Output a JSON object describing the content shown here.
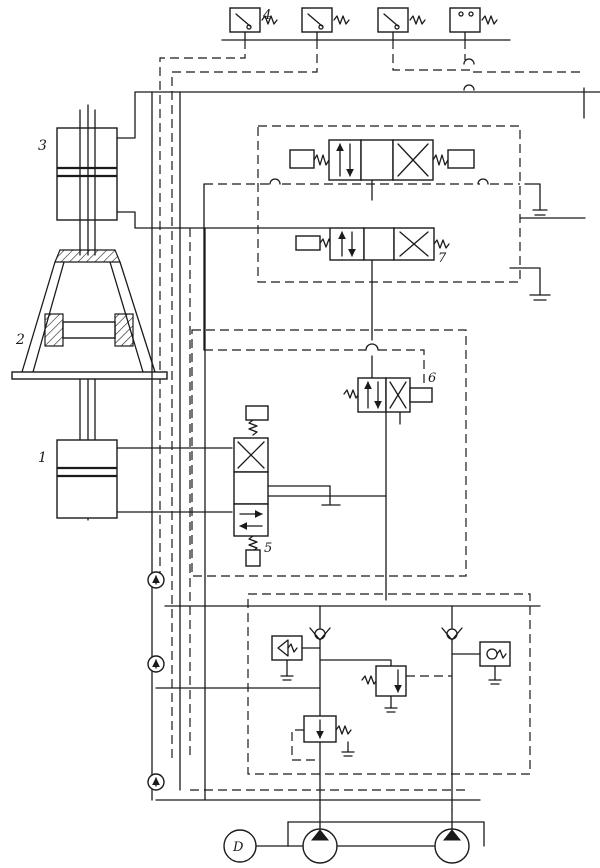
{
  "diagram": {
    "component_labels": {
      "cylinder_1": "1",
      "press_frame_2": "2",
      "cylinder_3": "3",
      "limit_switch_group_4": "4",
      "valve_5": "5",
      "valve_6": "6",
      "valve_7": "7",
      "motor_D": "D"
    },
    "icons": {
      "gauge": "pressure-gauge-icon",
      "pump": "hydraulic-pump-icon",
      "check_valve": "check-valve-icon",
      "spring": "spring-icon",
      "solenoid": "solenoid-icon",
      "tank": "tank-icon"
    }
  }
}
